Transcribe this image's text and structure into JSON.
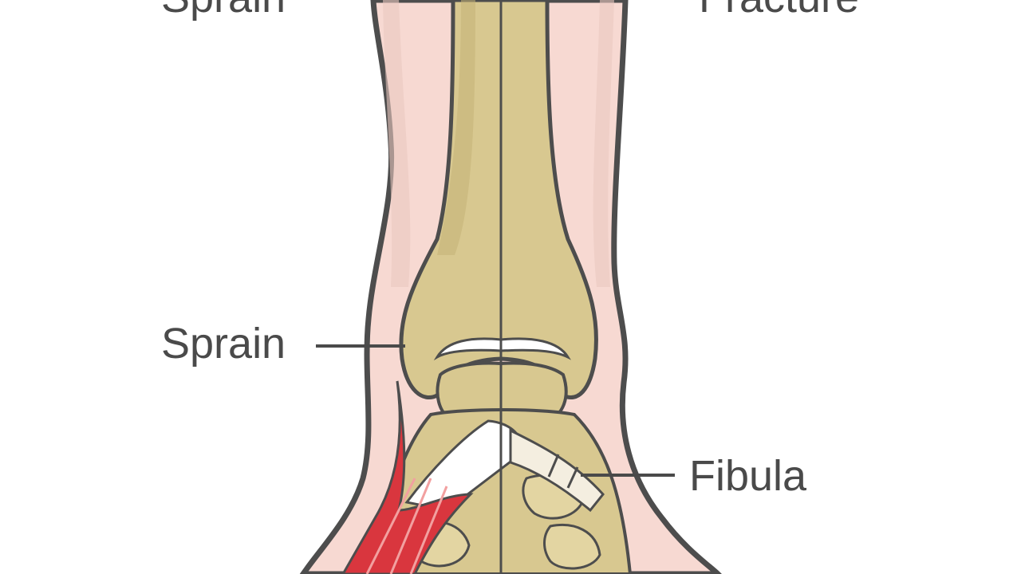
{
  "titles": {
    "left": "Sprain",
    "right": "Fracture"
  },
  "labels": {
    "sprain": "Sprain",
    "fibula": "Fibula"
  },
  "colors": {
    "skin": "#f7d9d2",
    "skin_outline": "#4d4d4d",
    "bone": "#d8c890",
    "bone_shade": "#c4b276",
    "ligament_red": "#d9363e",
    "cartilage": "#ffffff",
    "text": "#4a4a4a"
  }
}
